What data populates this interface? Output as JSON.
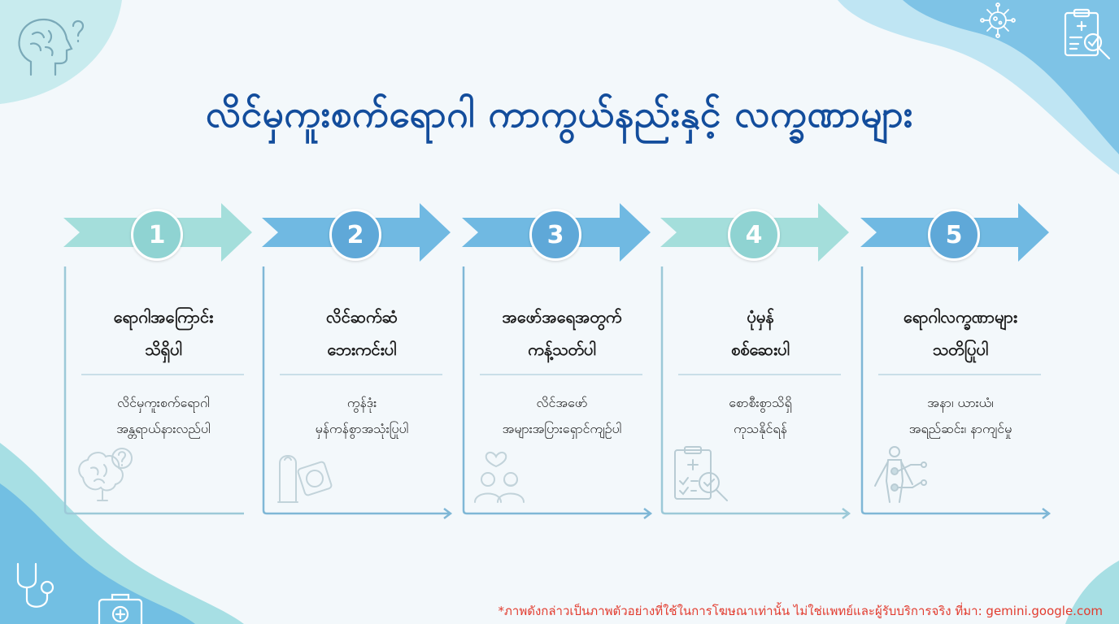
{
  "title": "လိင်မှကူးစက်ရောဂါ ကာကွယ်နည်းနှင့် လက္ခဏာများ",
  "colors": {
    "title": "#134d9c",
    "arrow_teal": "#a4dedb",
    "arrow_blue": "#70b9e2",
    "circle_teal": "#8fd3d2",
    "circle_blue": "#5fa8d8",
    "footer": "#e23b2e"
  },
  "steps": [
    {
      "number": "1",
      "heading_line1": "ရောဂါအကြောင်း",
      "heading_line2": "သိရှိပါ",
      "desc_line1": "လိင်မှကူးစက်ရောဂါ",
      "desc_line2": "အန္တရာယ်နားလည်ပါ",
      "icon": "brain-question-icon"
    },
    {
      "number": "2",
      "heading_line1": "လိင်ဆက်ဆံ",
      "heading_line2": "ဘေးကင်းပါ",
      "desc_line1": "ကွန်ဒုံး",
      "desc_line2": "မှန်ကန်စွာအသုံးပြုပါ",
      "icon": "condom-icon"
    },
    {
      "number": "3",
      "heading_line1": "အဖော်အရေအတွက်",
      "heading_line2": "ကန့်သတ်ပါ",
      "desc_line1": "လိင်အဖော်",
      "desc_line2": "အများအပြားရှောင်ကျဉ်ပါ",
      "icon": "couple-heart-icon"
    },
    {
      "number": "4",
      "heading_line1": "ပုံမှန်",
      "heading_line2": "စစ်ဆေးပါ",
      "desc_line1": "စောစီးစွာသိရှိ",
      "desc_line2": "ကုသနိုင်ရန်",
      "icon": "clipboard-checkup-icon"
    },
    {
      "number": "5",
      "heading_line1": "ရောဂါလက္ခဏာများ",
      "heading_line2": "သတိပြုပါ",
      "desc_line1": "အနာ၊ ယားယံ၊",
      "desc_line2": "အရည်ဆင်း၊ နာကျင်မှု",
      "icon": "body-symptoms-icon"
    }
  ],
  "corner_icons": [
    "brain-question-icon",
    "virus-icon",
    "clipboard-search-icon",
    "stethoscope-icon",
    "medical-kit-icon"
  ],
  "footer": "*ภาพดังกล่าวเป็นภาพตัวอย่างที่ใช้ในการโฆษณาเท่านั้น ไม่ใช่แพทย์และผู้รับบริการจริง ที่มา: gemini.google.com"
}
